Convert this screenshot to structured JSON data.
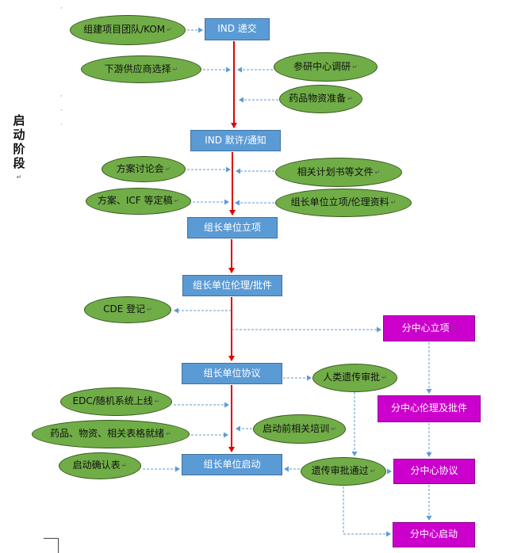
{
  "side_label": [
    "启",
    "动",
    "阶",
    "段"
  ],
  "nodes": {
    "ind_submit": "IND 递交",
    "build_team": "组建项目团队/KOM",
    "vendor_select": "下游供应商选择",
    "site_research": "参研中心调研",
    "drug_prep": "药品物资准备",
    "ind_approval": "IND 默许/通知",
    "protocol_meeting": "方案讨论会",
    "plan_docs": "相关计划书等文件",
    "protocol_icf": "方案、ICF 等定稿",
    "lead_docs": "组长单位立项/伦理资料",
    "lead_setup": "组长单位立项",
    "lead_ethics": "组长单位伦理/批件",
    "cde_register": "CDE 登记",
    "sub_setup": "分中心立项",
    "lead_agreement": "组长单位协议",
    "genetic_approval": "人类遗传审批",
    "edc_online": "EDC/随机系统上线",
    "sub_ethics": "分中心伦理及批件",
    "pre_training": "启动前相关培训",
    "materials_ready": "药品、物资、相关表格就绪",
    "confirm_table": "启动确认表",
    "lead_start": "组长单位启动",
    "genetic_pass": "遗传审批通过",
    "sub_agreement": "分中心协议",
    "sub_start": "分中心启动"
  },
  "colors": {
    "process_fill": "#5b9bd5",
    "task_fill": "#70ad47",
    "site_fill": "#cc00cc",
    "main_arrow": "#e00000",
    "dashed_arrow": "#5b9bd5"
  }
}
